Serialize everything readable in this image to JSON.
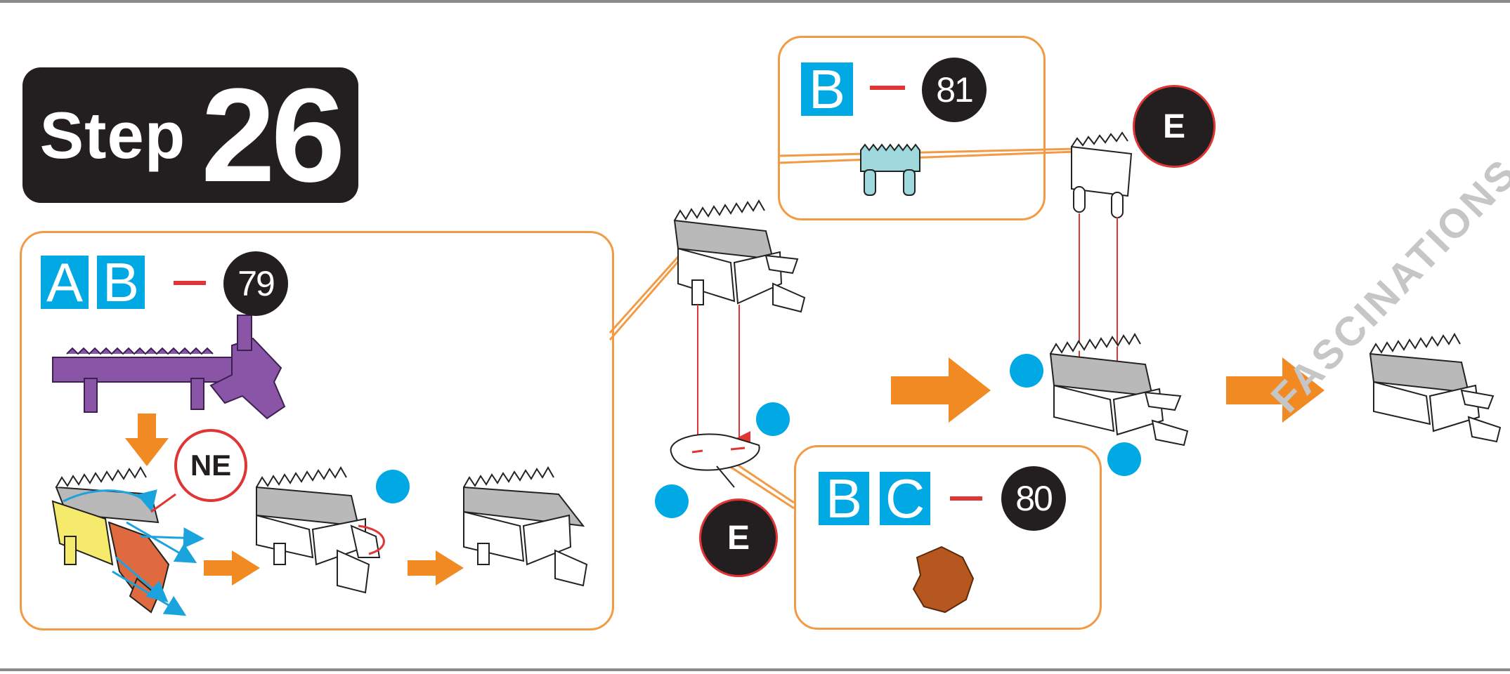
{
  "step": {
    "word": "Step",
    "number": "26"
  },
  "callouts": {
    "ab": {
      "tiles": [
        "A",
        "B"
      ],
      "piece_number": "79",
      "bubble_label": "NE"
    },
    "b81": {
      "tiles": [
        "B"
      ],
      "piece_number": "81"
    },
    "bc80": {
      "tiles": [
        "B",
        "C"
      ],
      "piece_number": "80"
    }
  },
  "bubbles": {
    "e_top": "E",
    "e_bottom": "E"
  },
  "watermark": "FASCINATIONS",
  "colors": {
    "tile_blue": "#00a9e4",
    "callout_orange": "#f39a45",
    "arrow_orange": "#f18a22",
    "line_red": "#e03535",
    "piece_purple": "#8a55a7",
    "piece_teal": "#9fd8dc",
    "piece_brown": "#b5571f",
    "piece_yellow": "#f5ea6b",
    "piece_orange_red": "#e06a3f",
    "badge_black": "#231f20"
  },
  "icons": [
    "arrow-right-icon",
    "arrow-down-icon",
    "dot-marker-icon"
  ]
}
